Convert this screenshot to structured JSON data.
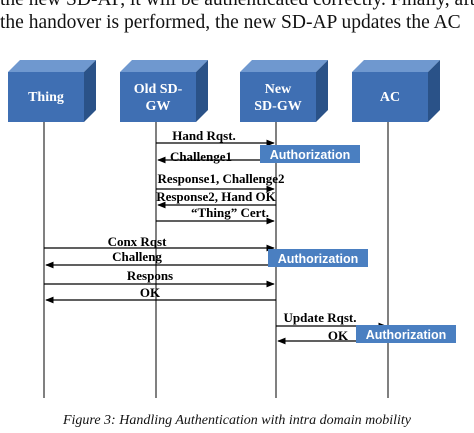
{
  "body_text": {
    "line1": "the new SD-AP, it will be authenticated correctly. Finally, after",
    "line2": "the handover is performed, the new SD-AP updates the AC"
  },
  "entities": [
    {
      "label_lines": [
        "Thing"
      ]
    },
    {
      "label_lines": [
        "Old SD-",
        "GW"
      ]
    },
    {
      "label_lines": [
        "New",
        "SD-GW"
      ]
    },
    {
      "label_lines": [
        "AC"
      ]
    }
  ],
  "messages": [
    {
      "label": "Hand Rqst.",
      "from": "Old SD-GW",
      "to": "New SD-GW"
    },
    {
      "label": "Challenge1",
      "from": "New SD-GW",
      "to": "Old SD-GW"
    },
    {
      "label": "Response1, Challenge2",
      "from": "Old SD-GW",
      "to": "New SD-GW"
    },
    {
      "label": "Response2, Hand OK",
      "from": "New SD-GW",
      "to": "Old SD-GW"
    },
    {
      "label": "“Thing” Cert.",
      "from": "Old SD-GW",
      "to": "New SD-GW"
    },
    {
      "label": "Conx Rqst",
      "from": "Thing",
      "to": "New SD-GW"
    },
    {
      "label": "Challeng",
      "from": "New SD-GW",
      "to": "Thing"
    },
    {
      "label": "Respons",
      "from": "Thing",
      "to": "New SD-GW"
    },
    {
      "label": "OK",
      "from": "New SD-GW",
      "to": "Thing"
    },
    {
      "label": "Update Rqst.",
      "from": "New SD-GW",
      "to": "AC"
    },
    {
      "label": "OK",
      "from": "AC",
      "to": "New SD-GW"
    }
  ],
  "authorization_label": "Authorization",
  "caption": "Figure 3: Handling Authentication with intra domain mobility",
  "colors": {
    "cube_front": "#3f6fb3",
    "cube_top": "#6f98cf",
    "cube_side": "#2a5288",
    "label_box": "#4a7fc1",
    "line": "#000000"
  }
}
